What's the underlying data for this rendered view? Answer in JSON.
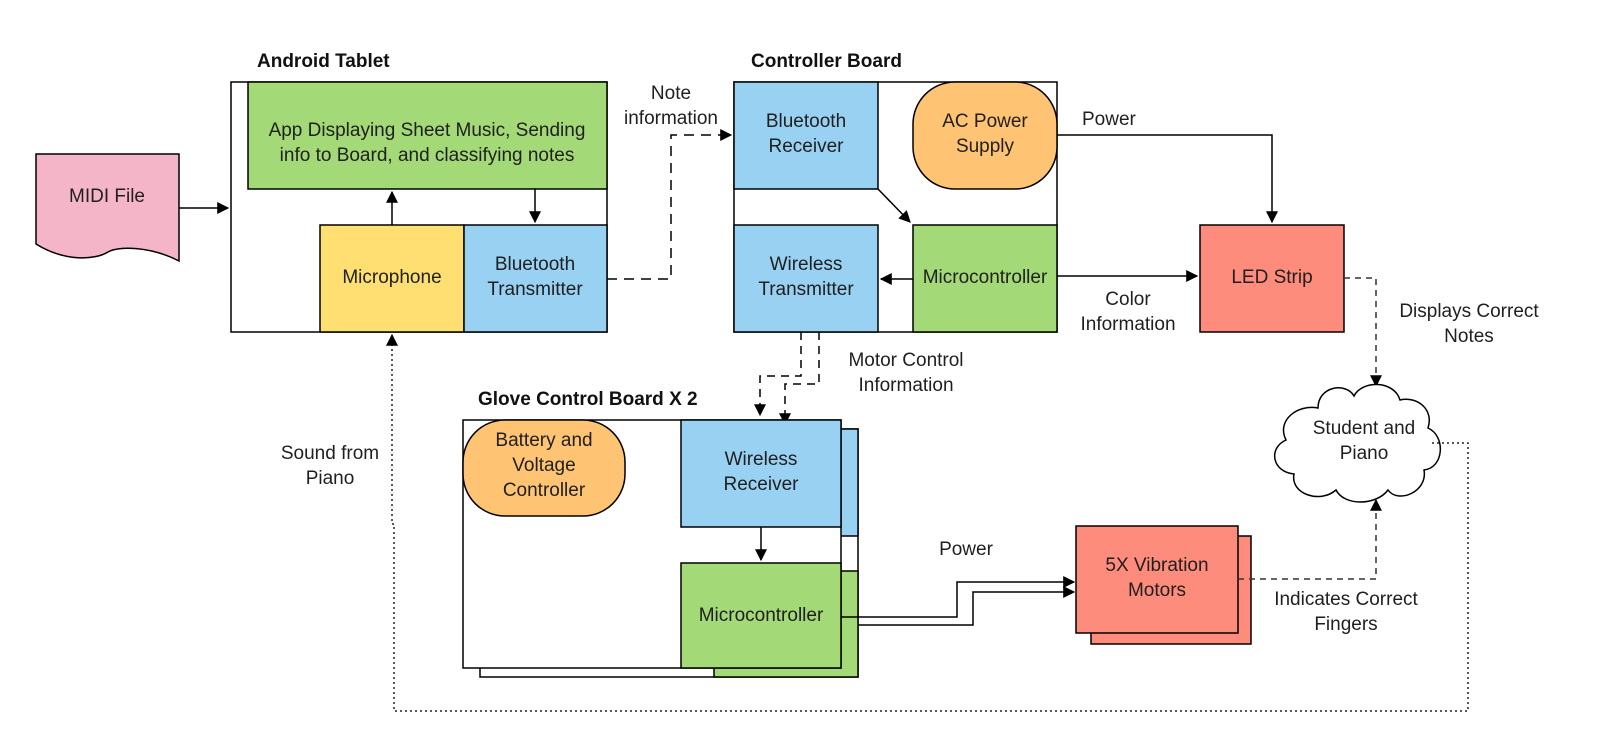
{
  "colors": {
    "green": "#a3d977",
    "blue": "#99d1f3",
    "yellow": "#ffdf71",
    "orange": "#ffc374",
    "pink": "#f5b5c8",
    "red": "#fe8c7c",
    "line": "#000000"
  },
  "sections": {
    "android_tablet": "Android Tablet",
    "controller_board": "Controller Board",
    "glove_board": "Glove Control Board X 2"
  },
  "blocks": {
    "midi_file": "MIDI File",
    "app_line1": "App Displaying Sheet Music, Sending",
    "app_line2": "info to Board, and classifying notes",
    "microphone": "Microphone",
    "bt_tx_line1": "Bluetooth",
    "bt_tx_line2": "Transmitter",
    "bt_rx_line1": "Bluetooth",
    "bt_rx_line2": "Receiver",
    "ac_line1": "AC Power",
    "ac_line2": "Supply",
    "wl_tx_line1": "Wireless",
    "wl_tx_line2": "Transmitter",
    "mcu_board": "Microcontroller",
    "led_strip": "LED Strip",
    "battery_line1": "Battery and",
    "battery_line2": "Voltage",
    "battery_line3": "Controller",
    "wl_rx_line1": "Wireless",
    "wl_rx_line2": "Receiver",
    "mcu_glove": "Microcontroller",
    "vib_line1": "5X Vibration",
    "vib_line2": "Motors",
    "student_line1": "Student and",
    "student_line2": "Piano"
  },
  "connection_labels": {
    "note_line1": "Note",
    "note_line2": "information",
    "power_top": "Power",
    "color_line1": "Color",
    "color_line2": "Information",
    "displays_line1": "Displays Correct",
    "displays_line2": "Notes",
    "motor_line1": "Motor Control",
    "motor_line2": "Information",
    "sound_line1": "Sound from",
    "sound_line2": "Piano",
    "power_glove": "Power",
    "fingers_line1": "Indicates Correct",
    "fingers_line2": "Fingers"
  }
}
